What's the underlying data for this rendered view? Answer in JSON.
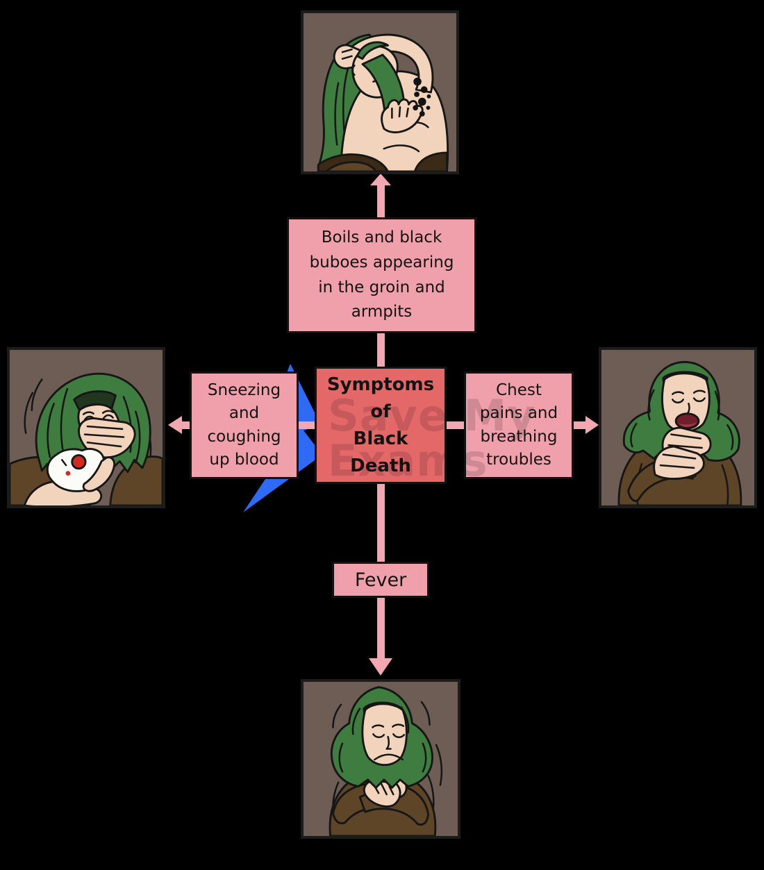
{
  "diagram": {
    "center_box": {
      "label": "Symptoms\nof\nBlack\nDeath"
    },
    "symptom_boxes": {
      "top": {
        "label": "Boils and black\nbuboes appearing\nin the groin and\narmpits"
      },
      "left": {
        "label": "Sneezing\nand\ncoughing\nup blood"
      },
      "right": {
        "label": "Chest\npains and\nbreathing\ntroubles"
      },
      "bottom": {
        "label": "Fever"
      }
    },
    "watermark": {
      "line1": "Save My",
      "line2": "Exams",
      "logo": "lightning-bolt-icon"
    },
    "illustrations": {
      "top": "person-examining-black-buboes-in-armpit",
      "left": "person-sneezing-into-bloodied-cloth",
      "right": "person-coughing-into-hands",
      "bottom": "person-shivering-with-fever"
    },
    "colors": {
      "page_bg": "#000000",
      "box_pink": "#f0a0aa",
      "center_red": "#e56869",
      "arrow_pink": "#f3a8b1",
      "bolt_blue": "#2e6af4",
      "image_bg": "#6e5d54",
      "hood_green": "#3e7c40",
      "hood_dark": "#20361f",
      "skin": "#f2d3bb",
      "robe_brown": "#5e4527",
      "robe_dark": "#3b2a16",
      "cloth_white": "#fbfbf8",
      "blood_red": "#cf2b20",
      "mouth_dark": "#6e1f2a",
      "tongue": "#a53945"
    }
  }
}
